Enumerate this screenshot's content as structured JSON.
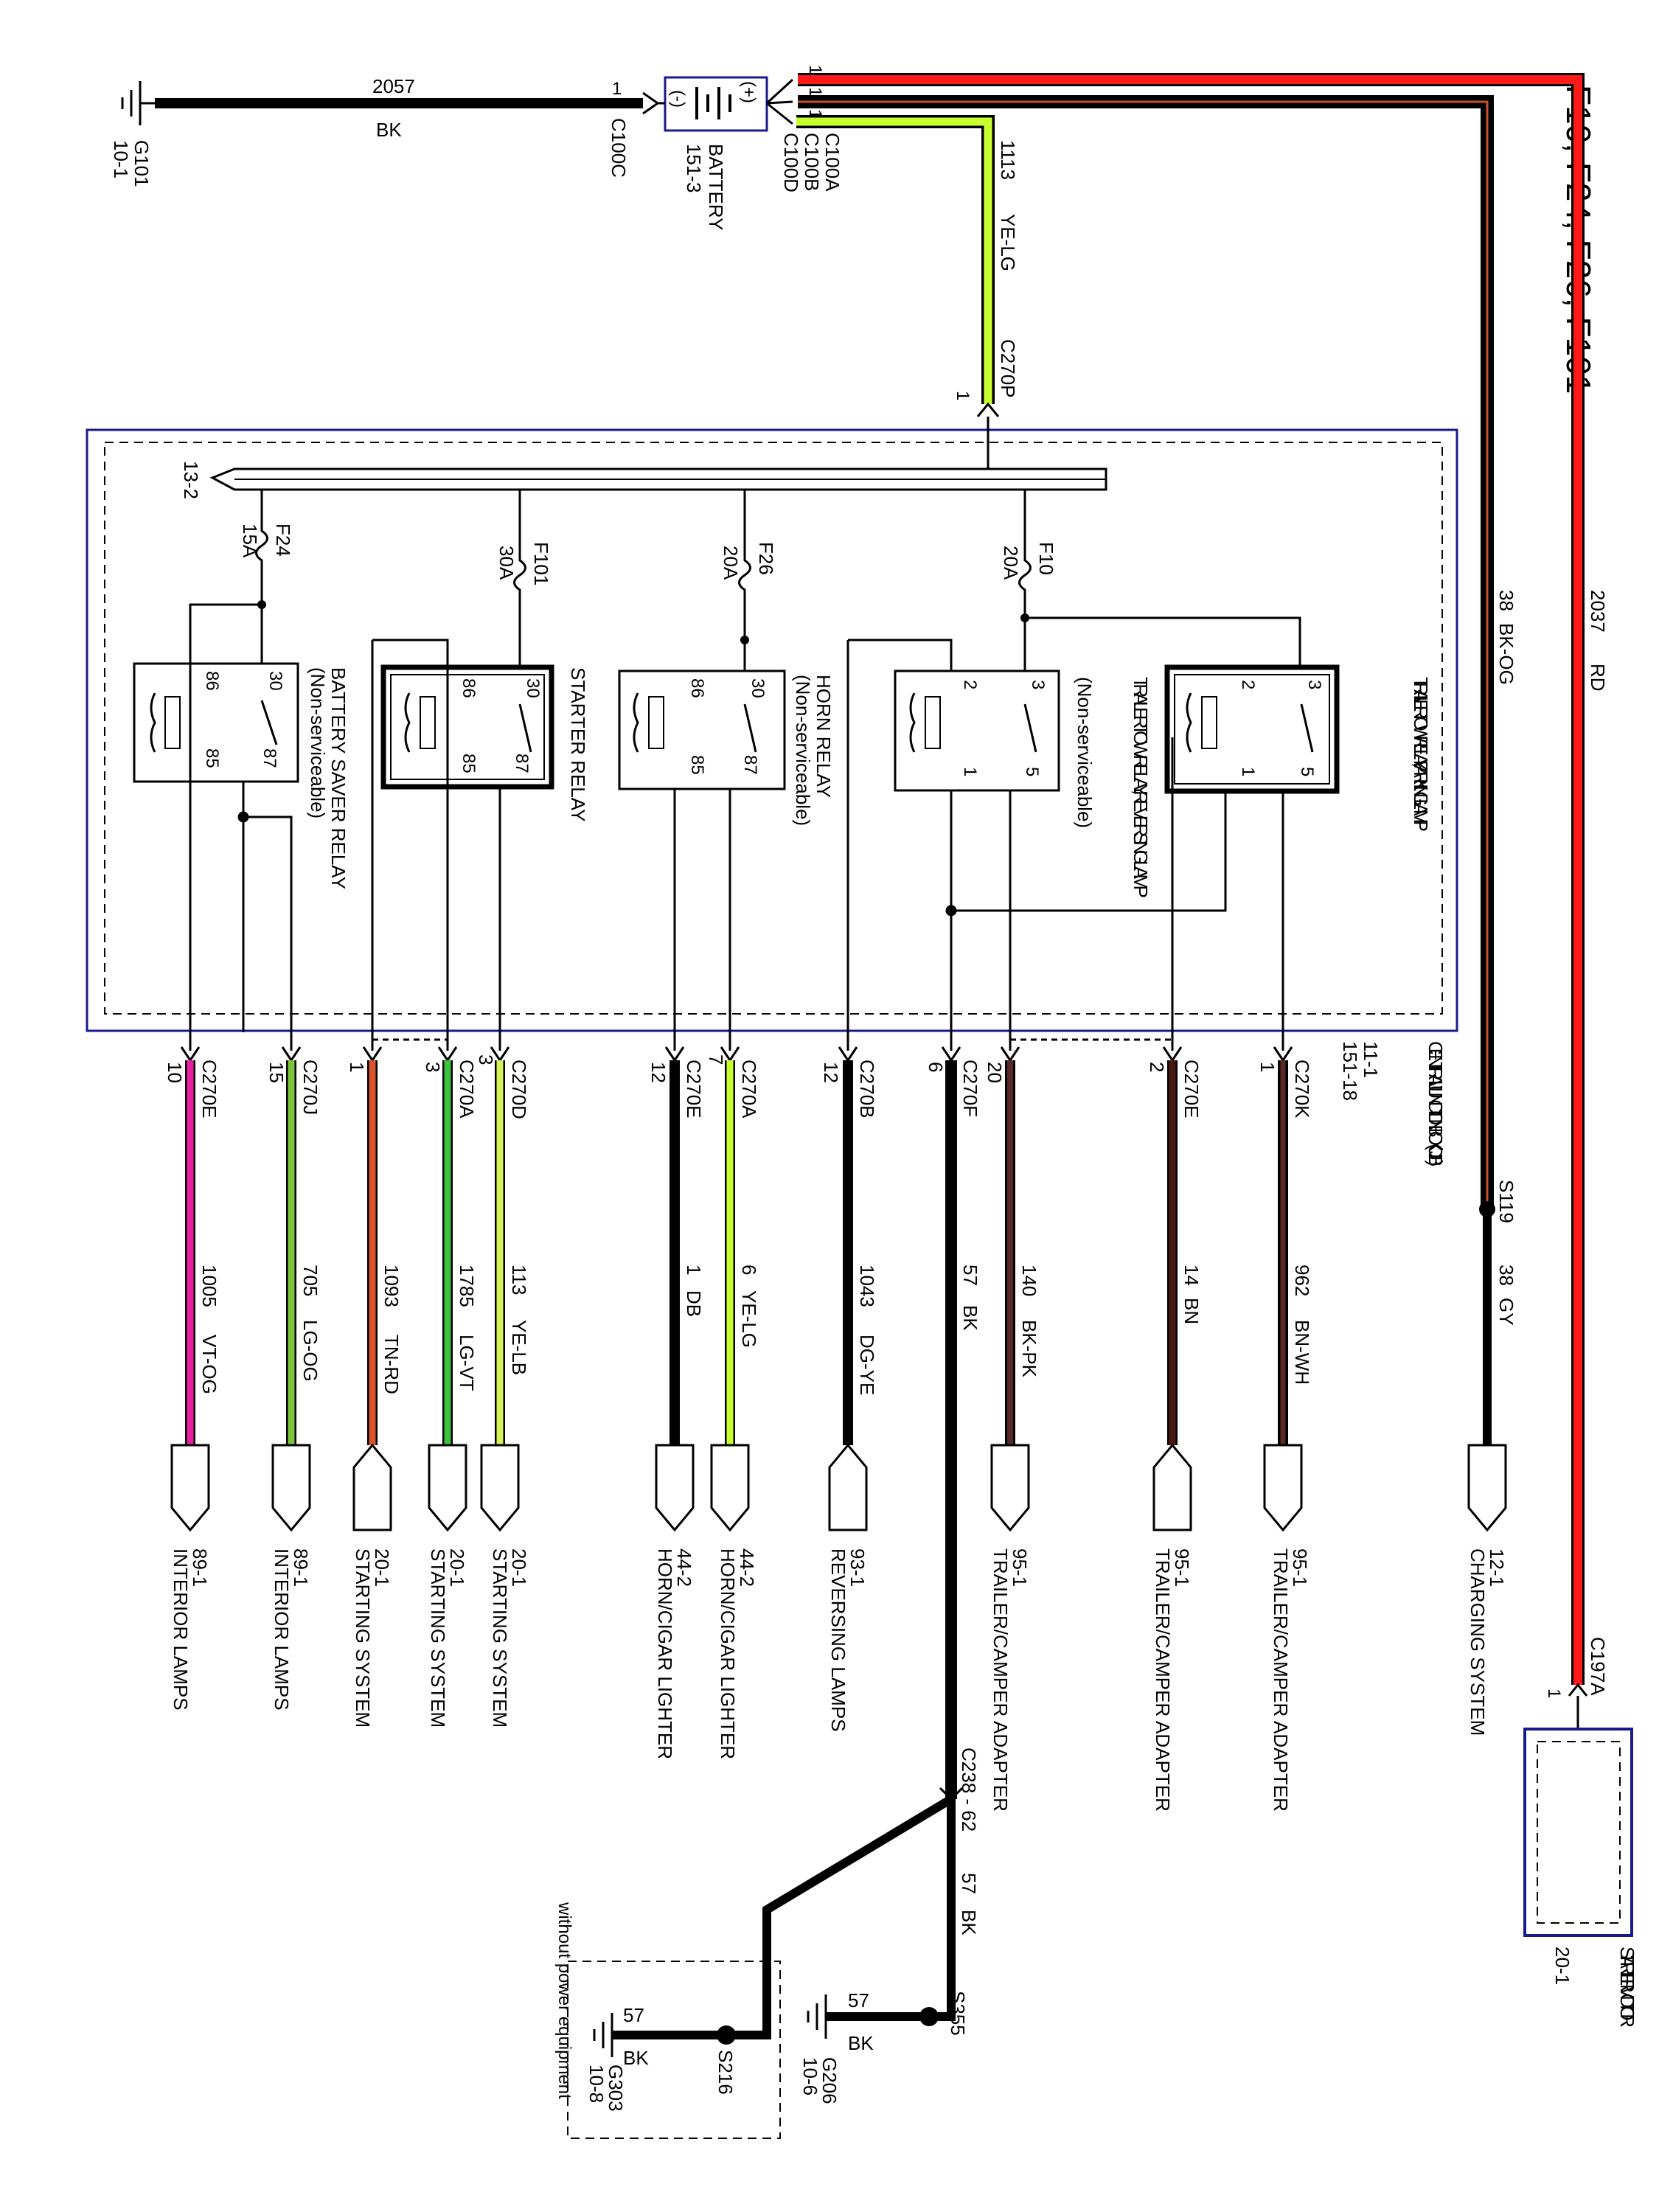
{
  "title": "F10, F24, F26, F101",
  "battery": {
    "ground": {
      "name": "G101",
      "ref": "10-1"
    },
    "ground_wire": {
      "circuit": "2057",
      "color": "BK"
    },
    "ground_connector": {
      "pin": "1",
      "name": "C100C"
    },
    "neg": "(-)",
    "pos": "(+)",
    "label": "BATTERY",
    "ref": "151-3",
    "pins": [
      "1",
      "1",
      "1"
    ],
    "connectors": [
      "C100A",
      "C100B",
      "C100D"
    ]
  },
  "feed": {
    "circuit": "1113",
    "color": "YE-LG",
    "connector": "C270P",
    "pin": "1"
  },
  "top_wires": [
    {
      "circuit": "2037",
      "color": "RD"
    },
    {
      "circuit": "38",
      "color": "BK-OG"
    }
  ],
  "cjb": {
    "label": "CENTRAL JUNCTION BOX (CJB)",
    "refs": [
      "11-1",
      "151-18"
    ],
    "bus_ref": "13-2"
  },
  "fuses": [
    {
      "name": "F24",
      "rating": "15A"
    },
    {
      "name": "F101",
      "rating": "30A"
    },
    {
      "name": "F26",
      "rating": "20A"
    },
    {
      "name": "F10",
      "rating": "20A"
    }
  ],
  "relays": [
    {
      "name": "BATTERY SAVER RELAY",
      "note": "(Non-serviceable)",
      "pins": [
        "30",
        "86",
        "85",
        "87"
      ]
    },
    {
      "name": "STARTER RELAY",
      "note": "",
      "pins": [
        "30",
        "86",
        "85",
        "87"
      ]
    },
    {
      "name": "HORN RELAY",
      "note": "(Non-serviceable)",
      "pins": [
        "30",
        "86",
        "85",
        "87"
      ]
    },
    {
      "name": "TRAILER TOW RELAY, REVERSING LAMP",
      "note": "(Non-serviceable)",
      "pins": [
        "3",
        "2",
        "1",
        "5"
      ]
    },
    {
      "name": "TRAILER TOW RELAY, PARKING LAMP",
      "note": "",
      "pins": [
        "3",
        "2",
        "1",
        "5"
      ]
    }
  ],
  "outputs": [
    {
      "connector": "C270E",
      "pin": "10",
      "circuit": "1005",
      "color": "VT-OG",
      "dest_ref": "89-1",
      "dest": "INTERIOR LAMPS"
    },
    {
      "connector": "C270J",
      "pin": "15",
      "circuit": "705",
      "color": "LG-OG",
      "dest_ref": "89-1",
      "dest": "INTERIOR LAMPS"
    },
    {
      "connector": "",
      "pin": "1",
      "circuit": "1093",
      "color": "TN-RD",
      "dest_ref": "20-1",
      "dest": "STARTING SYSTEM"
    },
    {
      "connector": "C270A",
      "pin": "3",
      "circuit": "1785",
      "color": "LG-VT",
      "dest_ref": "20-1",
      "dest": "STARTING SYSTEM"
    },
    {
      "connector": "C270D",
      "pin": "3",
      "circuit": "113",
      "color": "YE-LB",
      "dest_ref": "20-1",
      "dest": "STARTING SYSTEM"
    },
    {
      "connector": "C270E",
      "pin": "12",
      "circuit": "1",
      "color": "DB",
      "dest_ref": "44-2",
      "dest": "HORN/CIGAR LIGHTER"
    },
    {
      "connector": "C270A",
      "pin": "7",
      "circuit": "6",
      "color": "YE-LG",
      "dest_ref": "44-2",
      "dest": "HORN/CIGAR LIGHTER"
    },
    {
      "connector": "C270B",
      "pin": "12",
      "circuit": "1043",
      "color": "DG-YE",
      "dest_ref": "93-1",
      "dest": "REVERSING LAMPS"
    },
    {
      "connector": "C270F",
      "pin": "6",
      "circuit": "57",
      "color": "BK",
      "dest_ref": "",
      "dest": ""
    },
    {
      "connector": "",
      "pin": "20",
      "circuit": "140",
      "color": "BK-PK",
      "dest_ref": "95-1",
      "dest": "TRAILER/CAMPER ADAPTER"
    },
    {
      "connector": "C270E",
      "pin": "2",
      "circuit": "14",
      "color": "BN",
      "dest_ref": "95-1",
      "dest": "TRAILER/CAMPER ADAPTER"
    },
    {
      "connector": "C270K",
      "pin": "1",
      "circuit": "962",
      "color": "BN-WH",
      "dest_ref": "95-1",
      "dest": "TRAILER/CAMPER ADAPTER"
    },
    {
      "connector": "",
      "pin": "",
      "circuit": "38",
      "color": "GY",
      "dest_ref": "12-1",
      "dest": "CHARGING SYSTEM"
    }
  ],
  "splice_s119": "S119",
  "ground_path": {
    "connector": "C238 - 62",
    "wire_after": {
      "circuit": "57",
      "color": "BK"
    },
    "splice1": "S355",
    "ground1": {
      "circuit": "57",
      "color": "BK",
      "name": "G206",
      "ref": "10-6"
    },
    "splice2": "S216",
    "ground2": {
      "circuit": "57",
      "color": "BK",
      "name": "G303",
      "ref": "10-8"
    },
    "note": "without power equipment"
  },
  "starter": {
    "connector": "C197A",
    "pin": "1",
    "label": "STARTER MOTOR",
    "ref": "20-1"
  },
  "colors": {
    "red": "#ff1a1a",
    "yelg": "#c8ff2e",
    "pink": "#e81fa0",
    "lgog": "#7cc23a",
    "tnrd": "#d9532b",
    "lgvt": "#3cc23c",
    "yelb": "#d4f05a",
    "dgye": "#1a1a1a",
    "bkpk": "#5a2a2a",
    "bn": "#4a1a10",
    "bnwh": "#5b2a24",
    "navy": "#1a1a8c"
  }
}
